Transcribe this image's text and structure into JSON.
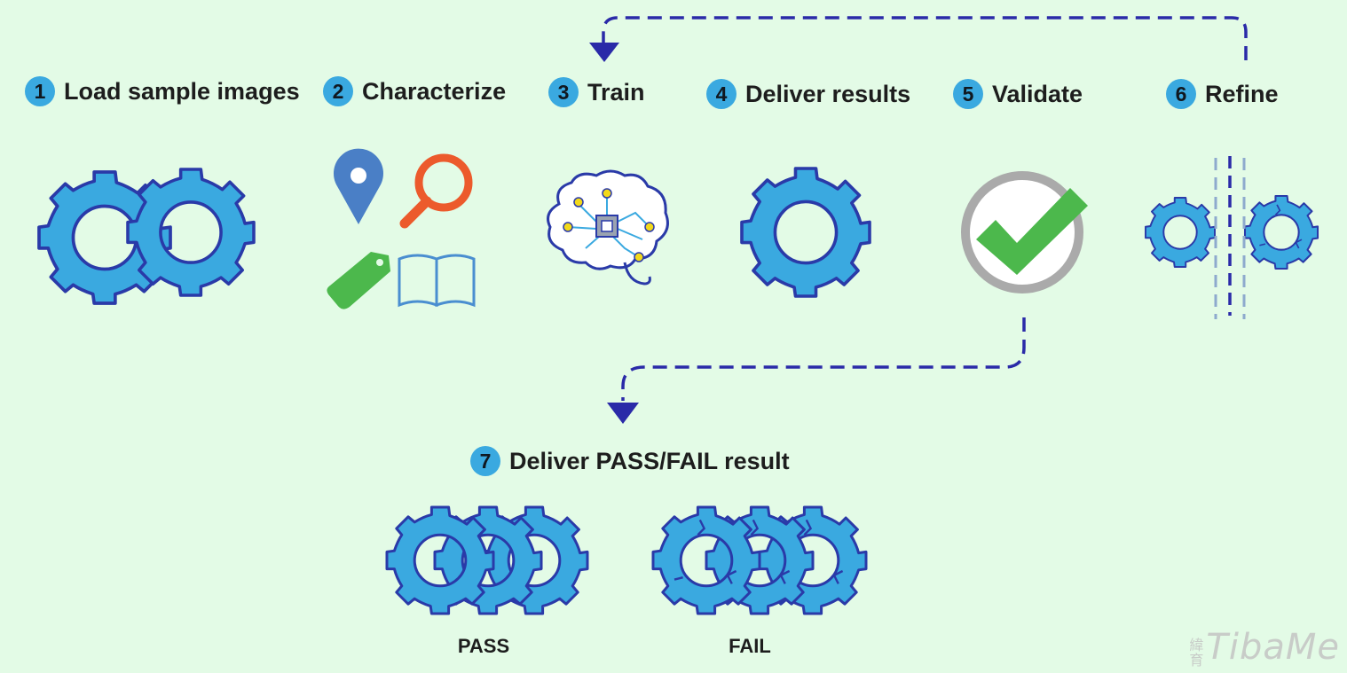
{
  "steps": [
    {
      "number": "1",
      "label": "Load sample images"
    },
    {
      "number": "2",
      "label": "Characterize"
    },
    {
      "number": "3",
      "label": "Train"
    },
    {
      "number": "4",
      "label": "Deliver results"
    },
    {
      "number": "5",
      "label": "Validate"
    },
    {
      "number": "6",
      "label": "Refine"
    },
    {
      "number": "7",
      "label": "Deliver PASS/FAIL result"
    }
  ],
  "outcomes": {
    "pass": "PASS",
    "fail": "FAIL"
  },
  "watermark": {
    "cjk": "緯育",
    "text": "TibaMe"
  },
  "colors": {
    "background": "#e3fbe6",
    "gear_fill": "#3aa9e0",
    "gear_stroke": "#2a3aa8",
    "badge": "#3aa9e0",
    "arrow": "#2a2aa8",
    "check": "#4cb84c",
    "ring": "#aaaaaa",
    "pin": "#4a7fc6",
    "magnifier": "#ec5a2c",
    "tag": "#4cb84c",
    "book": "#4a8ed0",
    "chip_dot": "#f2d91a"
  },
  "icons": [
    "gears-pair-icon",
    "location-pin-icon",
    "magnifier-icon",
    "tag-icon",
    "book-icon",
    "brain-chip-icon",
    "gear-icon",
    "checkmark-icon",
    "split-gears-icon",
    "pass-gears-icon",
    "fail-gears-icon",
    "loop-back-arrow-icon",
    "down-arrow-icon"
  ]
}
